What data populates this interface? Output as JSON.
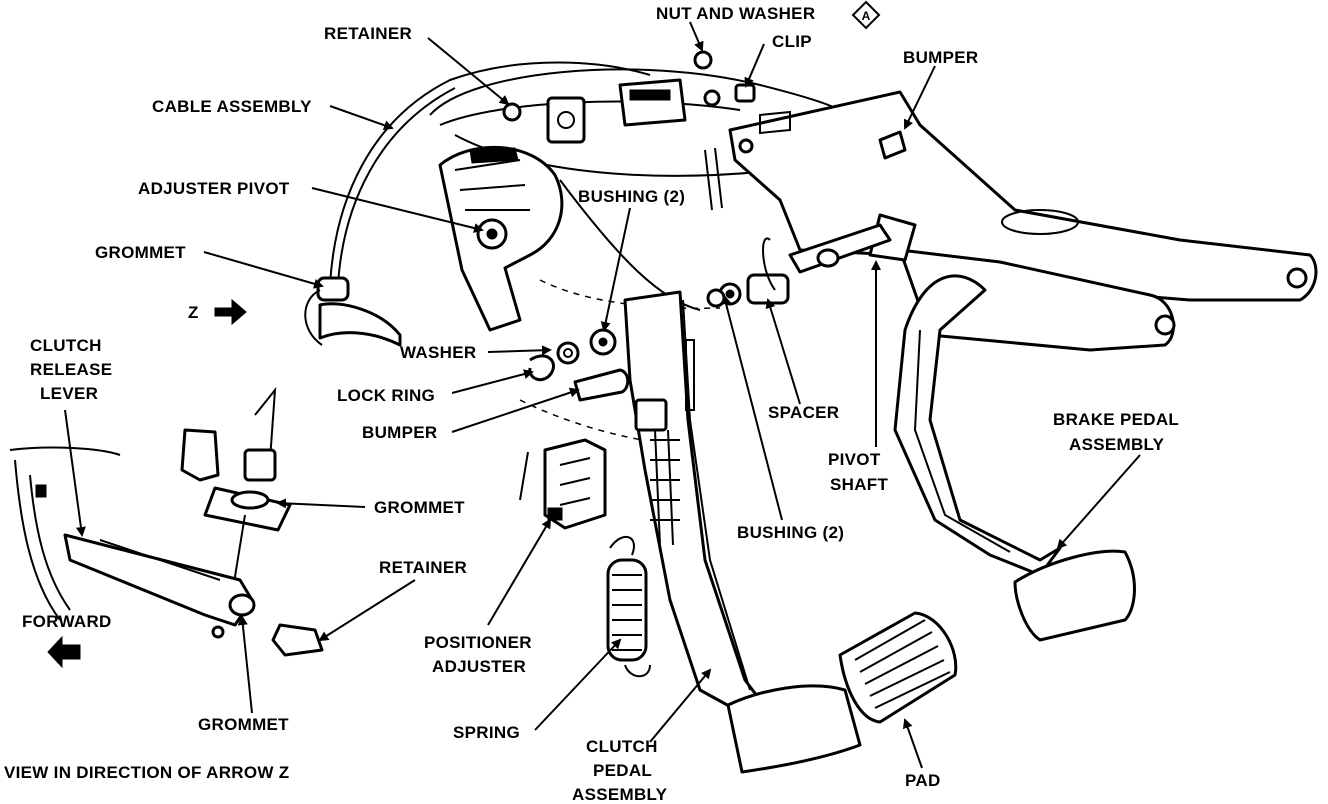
{
  "labels": {
    "nut_and_washer": "NUT AND WASHER",
    "note_symbol": "A",
    "retainer_top": "RETAINER",
    "clip": "CLIP",
    "bumper_top": "BUMPER",
    "cable_assembly": "CABLE ASSEMBLY",
    "adjuster_pivot": "ADJUSTER PIVOT",
    "bushing_2_upper": "BUSHING (2)",
    "grommet_upper": "GROMMET",
    "arrow_z": "Z",
    "washer": "WASHER",
    "clutch_release_lever": [
      "CLUTCH",
      "RELEASE",
      "LEVER"
    ],
    "lock_ring": "LOCK RING",
    "bumper_lower": "BUMPER",
    "spacer": "SPACER",
    "brake_pedal_assembly": [
      "BRAKE PEDAL",
      "ASSEMBLY"
    ],
    "pivot_shaft": [
      "PIVOT",
      "SHAFT"
    ],
    "grommet_middle": "GROMMET",
    "bushing_2_lower": "BUSHING (2)",
    "retainer_lower": "RETAINER",
    "forward": "FORWARD",
    "positioner_adjuster": [
      "POSITIONER",
      "ADJUSTER"
    ],
    "grommet_lower": "GROMMET",
    "spring": "SPRING",
    "clutch_pedal_assembly": [
      "CLUTCH",
      "PEDAL",
      "ASSEMBLY"
    ],
    "pad": "PAD",
    "view_caption": "VIEW IN DIRECTION OF ARROW Z"
  }
}
